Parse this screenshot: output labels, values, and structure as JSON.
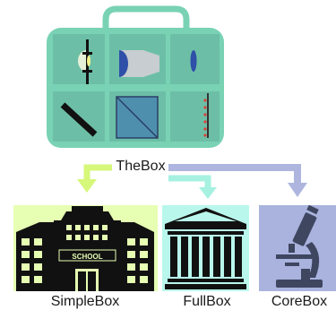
{
  "diagram": {
    "root_label": "TheBox",
    "children": [
      {
        "label": "SimpleBox",
        "icon": "school-building-icon",
        "sign_text": "SCHOOL",
        "color": "#e6ffb3",
        "arrow_color": "#d6f77a"
      },
      {
        "label": "FullBox",
        "icon": "classical-building-icon",
        "color": "#b9f7ec",
        "arrow_color": "#a6f1e0"
      },
      {
        "label": "CoreBox",
        "icon": "microscope-icon",
        "color": "#a9b3de",
        "arrow_color": "#aeb6df"
      }
    ],
    "case_color": "#79d2b3",
    "grid_tiles": [
      "lens-holder-icon",
      "light-source-icon",
      "lens-icon",
      "ruler-icon",
      "diagonal-mirror-icon",
      "bead-strip-icon"
    ]
  }
}
